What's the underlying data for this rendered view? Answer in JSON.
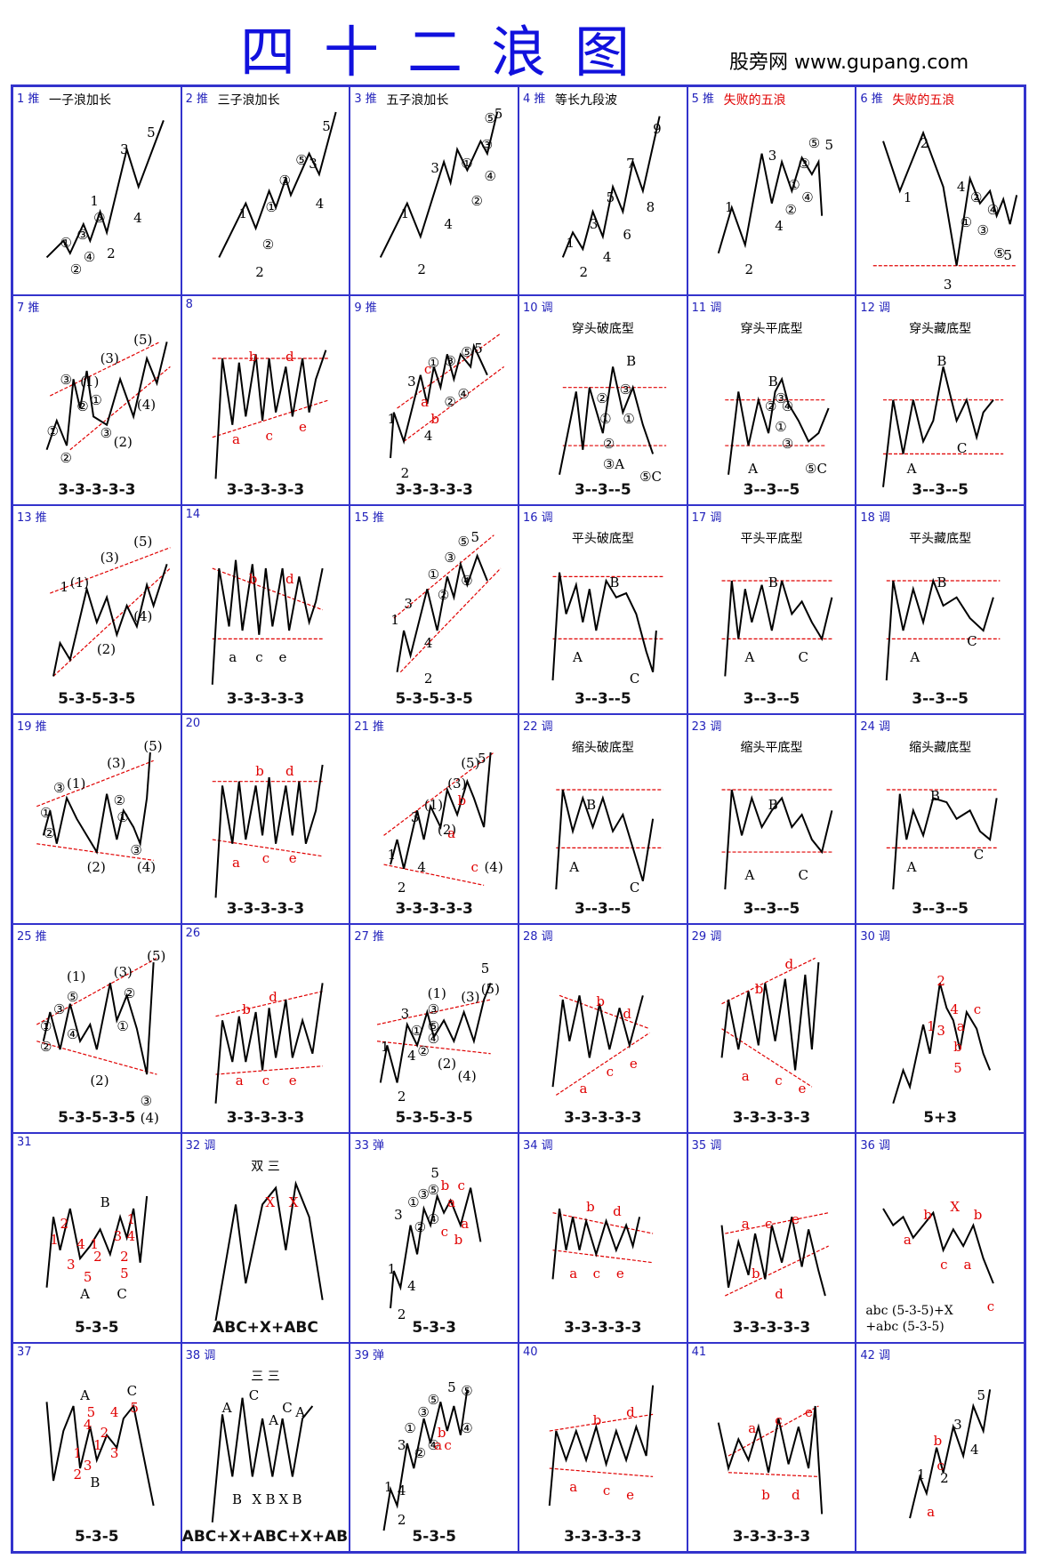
{
  "title": "四十二浪图",
  "site": "股旁网 www.gupang.com",
  "colors": {
    "border": "#3333cc",
    "number": "#2222bb",
    "wave": "#000000",
    "channel": "#e00000",
    "red_text": "#e00000"
  },
  "panels": [
    {
      "n": "1",
      "kind": "推",
      "title": "一子浪加长",
      "title_red": false,
      "code": "",
      "note": []
    },
    {
      "n": "2",
      "kind": "推",
      "title": "三子浪加长",
      "title_red": false,
      "code": "",
      "note": []
    },
    {
      "n": "3",
      "kind": "推",
      "title": "五子浪加长",
      "title_red": false,
      "code": "",
      "note": []
    },
    {
      "n": "4",
      "kind": "推",
      "title": "等长九段波",
      "title_red": false,
      "code": "",
      "note": []
    },
    {
      "n": "5",
      "kind": "推",
      "title": "失败的五浪",
      "title_red": true,
      "code": "",
      "note": []
    },
    {
      "n": "6",
      "kind": "推",
      "title": "失败的五浪",
      "title_red": true,
      "code": "",
      "note": []
    },
    {
      "n": "7",
      "kind": "推",
      "title": "",
      "title_red": false,
      "code": "3-3-3-3-3",
      "note": []
    },
    {
      "n": "8",
      "kind": "",
      "title": "",
      "title_red": false,
      "code": "3-3-3-3-3",
      "note": []
    },
    {
      "n": "9",
      "kind": "推",
      "title": "",
      "title_red": false,
      "code": "3-3-3-3-3",
      "note": []
    },
    {
      "n": "10",
      "kind": "调",
      "title": "穿头破底型",
      "title_red": false,
      "code": "3--3--5",
      "note": []
    },
    {
      "n": "11",
      "kind": "调",
      "title": "穿头平底型",
      "title_red": false,
      "code": "3--3--5",
      "note": []
    },
    {
      "n": "12",
      "kind": "调",
      "title": "穿头藏底型",
      "title_red": false,
      "code": "3--3--5",
      "note": []
    },
    {
      "n": "13",
      "kind": "推",
      "title": "",
      "title_red": false,
      "code": "5-3-5-3-5",
      "note": []
    },
    {
      "n": "14",
      "kind": "",
      "title": "",
      "title_red": false,
      "code": "3-3-3-3-3",
      "note": []
    },
    {
      "n": "15",
      "kind": "推",
      "title": "",
      "title_red": false,
      "code": "5-3-5-3-5",
      "note": []
    },
    {
      "n": "16",
      "kind": "调",
      "title": "平头破底型",
      "title_red": false,
      "code": "3--3--5",
      "note": []
    },
    {
      "n": "17",
      "kind": "调",
      "title": "平头平底型",
      "title_red": false,
      "code": "3--3--5",
      "note": []
    },
    {
      "n": "18",
      "kind": "调",
      "title": "平头藏底型",
      "title_red": false,
      "code": "3--3--5",
      "note": []
    },
    {
      "n": "19",
      "kind": "推",
      "title": "",
      "title_red": false,
      "code": "",
      "note": []
    },
    {
      "n": "20",
      "kind": "",
      "title": "",
      "title_red": false,
      "code": "3-3-3-3-3",
      "note": []
    },
    {
      "n": "21",
      "kind": "推",
      "title": "",
      "title_red": false,
      "code": "3-3-3-3-3",
      "note": []
    },
    {
      "n": "22",
      "kind": "调",
      "title": "缩头破底型",
      "title_red": false,
      "code": "3--3--5",
      "note": []
    },
    {
      "n": "23",
      "kind": "调",
      "title": "缩头平底型",
      "title_red": false,
      "code": "3--3--5",
      "note": []
    },
    {
      "n": "24",
      "kind": "调",
      "title": "缩头藏底型",
      "title_red": false,
      "code": "3--3--5",
      "note": []
    },
    {
      "n": "25",
      "kind": "推",
      "title": "",
      "title_red": false,
      "code": "5-3-5-3-5",
      "note": []
    },
    {
      "n": "26",
      "kind": "",
      "title": "",
      "title_red": false,
      "code": "3-3-3-3-3",
      "note": []
    },
    {
      "n": "27",
      "kind": "推",
      "title": "",
      "title_red": false,
      "code": "5-3-5-3-5",
      "note": []
    },
    {
      "n": "28",
      "kind": "调",
      "title": "",
      "title_red": false,
      "code": "3-3-3-3-3",
      "note": []
    },
    {
      "n": "29",
      "kind": "调",
      "title": "",
      "title_red": false,
      "code": "3-3-3-3-3",
      "note": []
    },
    {
      "n": "30",
      "kind": "调",
      "title": "",
      "title_red": false,
      "code": "5+3",
      "note": []
    },
    {
      "n": "31",
      "kind": "",
      "title": "",
      "title_red": false,
      "code": "5-3-5",
      "note": []
    },
    {
      "n": "32",
      "kind": "调",
      "title": "双 三",
      "title_red": false,
      "code": "ABC+X+ABC",
      "note": []
    },
    {
      "n": "33",
      "kind": "弹",
      "title": "",
      "title_red": false,
      "code": "5-3-3",
      "note": []
    },
    {
      "n": "34",
      "kind": "调",
      "title": "",
      "title_red": false,
      "code": "3-3-3-3-3",
      "note": []
    },
    {
      "n": "35",
      "kind": "调",
      "title": "",
      "title_red": false,
      "code": "3-3-3-3-3",
      "note": []
    },
    {
      "n": "36",
      "kind": "调",
      "title": "",
      "title_red": false,
      "code": "",
      "note": [
        "abc (5-3-5)+X",
        "+abc (5-3-5)"
      ]
    },
    {
      "n": "37",
      "kind": "",
      "title": "",
      "title_red": false,
      "code": "5-3-5",
      "note": []
    },
    {
      "n": "38",
      "kind": "调",
      "title": "三 三",
      "title_red": false,
      "code": "ABC+X+ABC+X+ABC",
      "note": []
    },
    {
      "n": "39",
      "kind": "弹",
      "title": "",
      "title_red": false,
      "code": "5-3-5",
      "note": []
    },
    {
      "n": "40",
      "kind": "",
      "title": "",
      "title_red": false,
      "code": "3-3-3-3-3",
      "note": []
    },
    {
      "n": "41",
      "kind": "",
      "title": "",
      "title_red": false,
      "code": "3-3-3-3-3",
      "note": []
    },
    {
      "n": "42",
      "kind": "调",
      "title": "",
      "title_red": false,
      "code": "",
      "note": []
    }
  ]
}
